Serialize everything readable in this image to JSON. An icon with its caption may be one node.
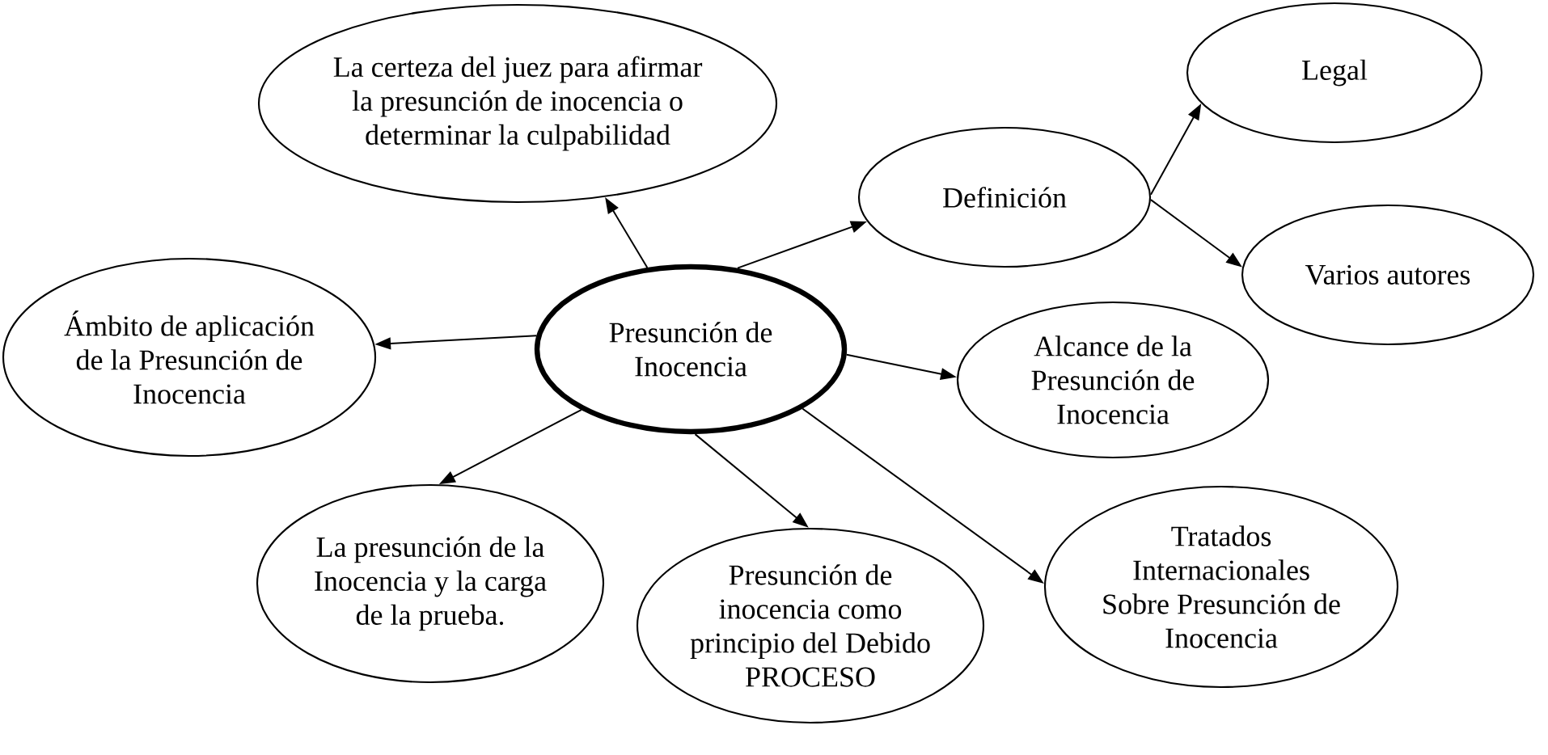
{
  "diagram": {
    "nodes": [
      {
        "text": [
          "La certeza del juez para afirmar la presunción de inocencia o determinar la culpabilidad"
        ]
      },
      {
        "text": [
          "Legal"
        ]
      },
      {
        "text": [
          "Definición"
        ]
      },
      {
        "text": [
          "Varios autores"
        ]
      },
      {
        "text": [
          "Ámbito de aplicación de la Presunción de Inocencia"
        ]
      },
      {
        "text": [
          "Presunción de Inocencia"
        ]
      },
      {
        "text": [
          "Alcance de la Presunción de Inocencia"
        ]
      },
      {
        "text": [
          "La presunción de la Inocencia y la carga de la prueba."
        ]
      },
      {
        "text": [
          "Presunción de inocencia como principio del Debido PROCESO"
        ]
      },
      {
        "text": [
          "Tratados Internacionales Sobre Presunción de Inocencia"
        ]
      }
    ],
    "edges": [
      {
        "from": 5,
        "to": 0,
        "arrow": "to"
      },
      {
        "from": 5,
        "to": 2,
        "arrow": "to"
      },
      {
        "from": 2,
        "to": 1,
        "arrow": "to"
      },
      {
        "from": 2,
        "to": 3,
        "arrow": "to"
      },
      {
        "from": 5,
        "to": 4,
        "arrow": "to"
      },
      {
        "from": 5,
        "to": 6,
        "arrow": "to"
      },
      {
        "from": 5,
        "to": 7,
        "arrow": "to"
      },
      {
        "from": 5,
        "to": 8,
        "arrow": "to"
      },
      {
        "from": 5,
        "to": 9,
        "arrow": "to"
      }
    ]
  }
}
